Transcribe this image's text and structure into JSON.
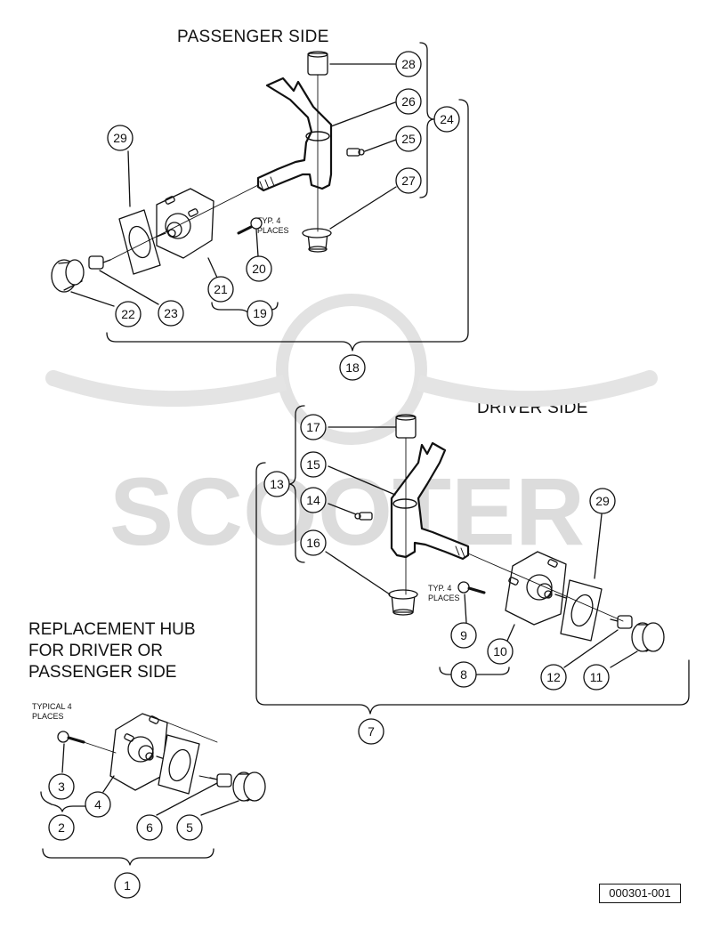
{
  "titles": {
    "passenger": "PASSENGER SIDE",
    "driver": "DRIVER SIDE",
    "hub_lines": [
      "REPLACEMENT HUB",
      "FOR DRIVER OR",
      "PASSENGER SIDE"
    ]
  },
  "notes": {
    "passenger_typ": [
      "TYP. 4",
      "PLACES"
    ],
    "driver_typ": [
      "TYP. 4",
      "PLACES"
    ],
    "hub_typ": [
      "TYPICAL 4",
      "PLACES"
    ]
  },
  "watermark": {
    "text": "SCOOTER",
    "color": "#dcdcdc"
  },
  "callouts": [
    {
      "n": "1"
    },
    {
      "n": "2"
    },
    {
      "n": "3"
    },
    {
      "n": "4"
    },
    {
      "n": "5"
    },
    {
      "n": "6"
    },
    {
      "n": "7"
    },
    {
      "n": "8"
    },
    {
      "n": "9"
    },
    {
      "n": "10"
    },
    {
      "n": "11"
    },
    {
      "n": "12"
    },
    {
      "n": "13"
    },
    {
      "n": "14"
    },
    {
      "n": "15"
    },
    {
      "n": "16"
    },
    {
      "n": "17"
    },
    {
      "n": "18"
    },
    {
      "n": "19"
    },
    {
      "n": "20"
    },
    {
      "n": "21"
    },
    {
      "n": "22"
    },
    {
      "n": "23"
    },
    {
      "n": "24"
    },
    {
      "n": "25"
    },
    {
      "n": "26"
    },
    {
      "n": "27"
    },
    {
      "n": "28"
    },
    {
      "n": "29"
    },
    {
      "n": "29"
    }
  ],
  "document_id": "000301-001"
}
